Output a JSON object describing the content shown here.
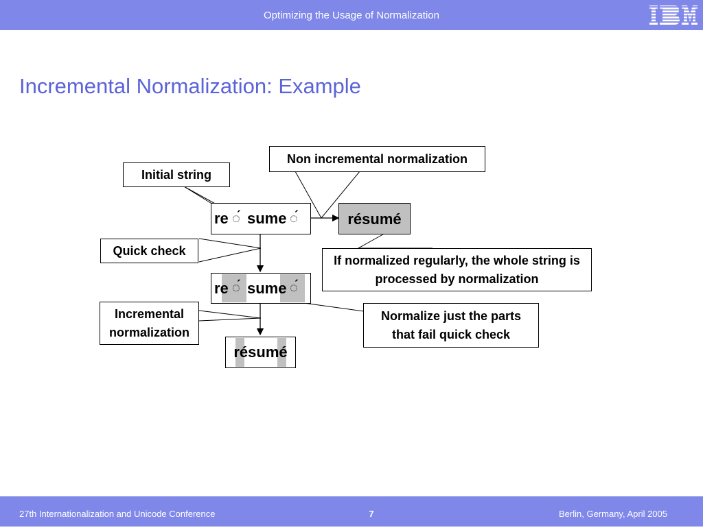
{
  "header": {
    "title": "Optimizing the Usage of Normalization",
    "logo_text": "IBM"
  },
  "slide": {
    "title": "Incremental Normalization: Example"
  },
  "diagram": {
    "callouts": {
      "initial_string": "Initial string",
      "non_incremental": "Non incremental normalization",
      "quick_check": "Quick check",
      "regular_note": "If normalized regularly, the whole string is processed by normalization",
      "incremental": "Incremental normalization",
      "normalize_parts": "Normalize just the parts that fail quick check"
    },
    "strings": {
      "initial": {
        "part1": "re",
        "mark1": "◌́",
        "part2": "sume",
        "mark2": "◌́"
      },
      "checked": {
        "part1": "re",
        "mark1": "◌́",
        "part2": "sume",
        "mark2": "◌́"
      },
      "result_non_incremental": "résumé",
      "result_incremental": "résumé"
    }
  },
  "footer": {
    "left": "27th Internationalization and Unicode Conference",
    "page": "7",
    "right": "Berlin, Germany, April 2005"
  },
  "colors": {
    "bar": "#7f87e8",
    "title": "#5b63d8",
    "highlight": "#c0c0c0"
  }
}
